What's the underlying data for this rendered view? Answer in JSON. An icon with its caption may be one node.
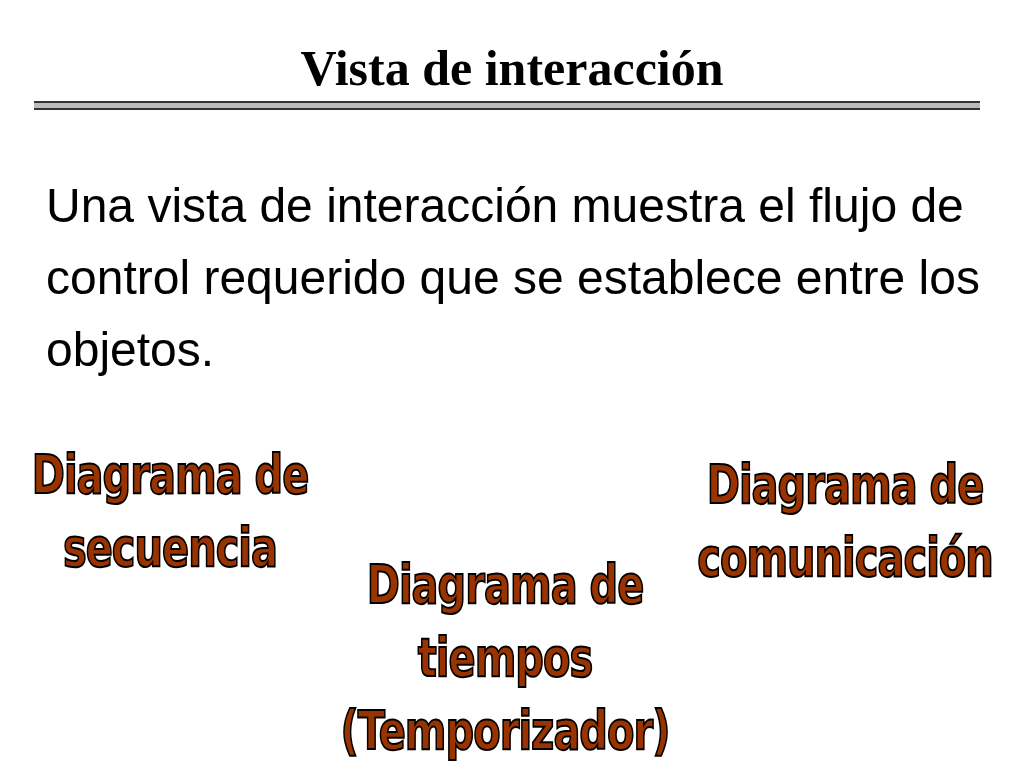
{
  "diagram": {
    "title": "Vista de interacción",
    "labels": [
      "Una vista de interacción muestra el flujo de control requerido que se establece entre los objetos.",
      "Diagrama de secuencia",
      "Diagrama de tiempos (Temporizador)",
      "Diagrama de comunicación"
    ]
  }
}
